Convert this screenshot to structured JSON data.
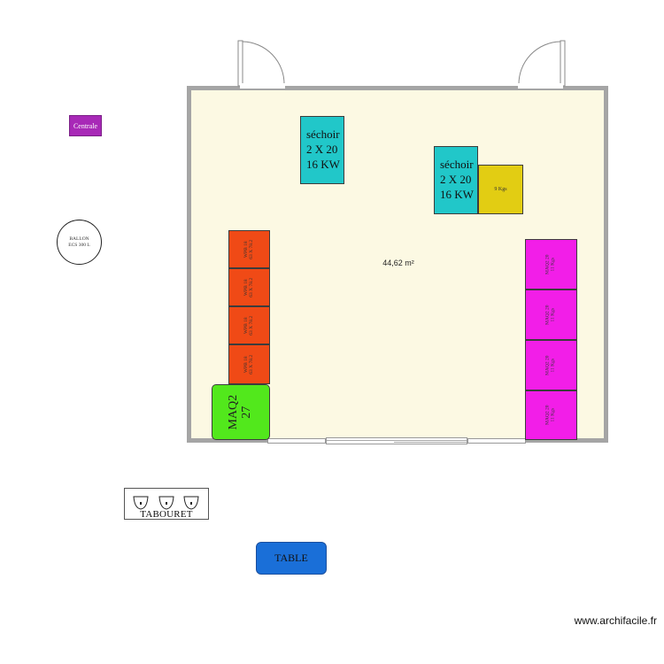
{
  "plan": {
    "area_label": "44,62 m²",
    "watermark": "www.archifacile.fr"
  },
  "outside": {
    "centrale": "Centrale",
    "ballon_line1": "BALLON",
    "ballon_line2": "ECS 300 L",
    "tabouret": "TABOURET",
    "table": "TABLE"
  },
  "machines": {
    "sechoir_1": {
      "line1": "séchoir",
      "line2": "2 X 20",
      "line3": "16 KW"
    },
    "sechoir_2": {
      "line1": "séchoir",
      "line2": "2 X 20",
      "line3": "16 KW"
    },
    "yellow": "9 Kgs",
    "maq27": {
      "line1": "MAQ2",
      "line2": "27"
    },
    "wpb": [
      {
        "line1": "WPB 18",
        "line2": "63 X 78.2"
      },
      {
        "line1": "WPB 18",
        "line2": "63 X 78.2"
      },
      {
        "line1": "WPB 18",
        "line2": "63 X 78.2"
      },
      {
        "line1": "WPB 18",
        "line2": "63 X 78.2"
      }
    ],
    "maq_right": [
      {
        "line1": "MAQ2 20",
        "line2": "11 Kgs"
      },
      {
        "line1": "MAQ2 20",
        "line2": "11 Kgs"
      },
      {
        "line1": "MAQ2 20",
        "line2": "11 Kgs"
      },
      {
        "line1": "MAQ2 20",
        "line2": "11 Kgs"
      }
    ]
  },
  "colors": {
    "floor": "#fcf9e3",
    "wall": "#a5a5a5",
    "sechoir": "#21c7c9",
    "wpb": "#f04a16",
    "maq_right": "#f21ee8",
    "maq27": "#52e81c",
    "yellow": "#e2cd13",
    "centrale": "#a829b7",
    "table": "#1a6fd8"
  }
}
